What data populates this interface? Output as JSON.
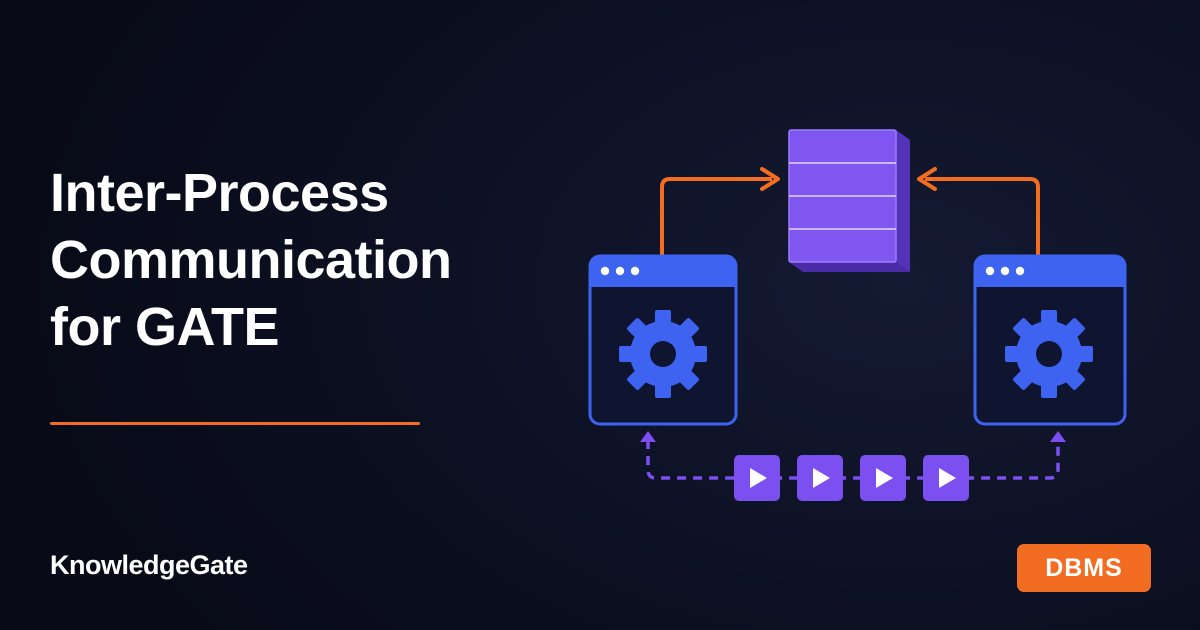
{
  "headline": {
    "line1": "Inter-Process",
    "line2": "Communication",
    "line3": "for GATE"
  },
  "brand": "KnowledgeGate",
  "tag": "DBMS",
  "diagram": {
    "left_window_icon": "gear-icon",
    "right_window_icon": "gear-icon",
    "shared_store_icon": "stacked-storage-block",
    "message_icon": "play-icon",
    "message_count": 4,
    "colors": {
      "accent_orange": "#f26d21",
      "window_blue": "#3d63f0",
      "storage_purple": "#7f56f0",
      "message_purple": "#7c4ff0"
    }
  }
}
